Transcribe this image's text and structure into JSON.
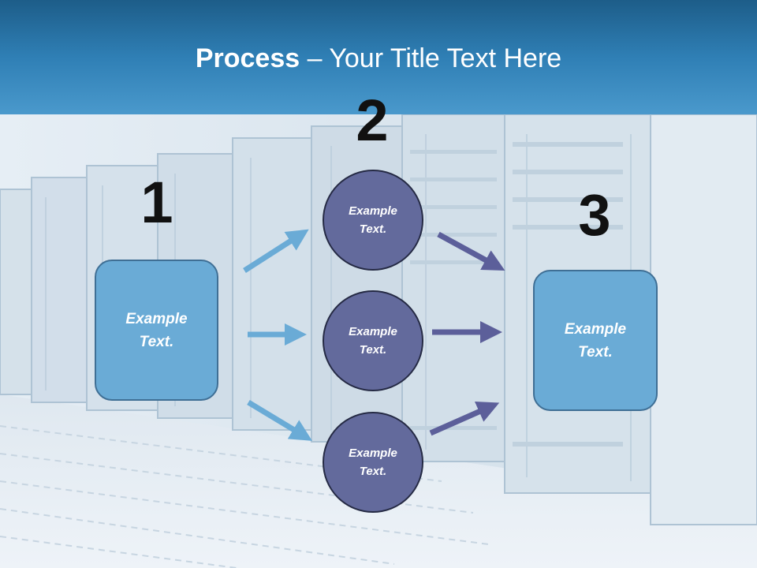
{
  "slide": {
    "title_bold": "Process",
    "title_rest": " – Your Title Text Here"
  },
  "steps": {
    "step1": {
      "number": "1",
      "text": "Example\nText."
    },
    "step2": {
      "number": "2",
      "items": [
        {
          "text": "Example\nText."
        },
        {
          "text": "Example\nText."
        },
        {
          "text": "Example\nText."
        }
      ]
    },
    "step3": {
      "number": "3",
      "text": "Example\nText."
    }
  },
  "colors": {
    "header": "#2f7fb5",
    "box_fill": "#6aabd6",
    "circle_fill": "#636a9c",
    "arrow_light": "#6aabd6",
    "arrow_dark": "#5c5f9a"
  }
}
